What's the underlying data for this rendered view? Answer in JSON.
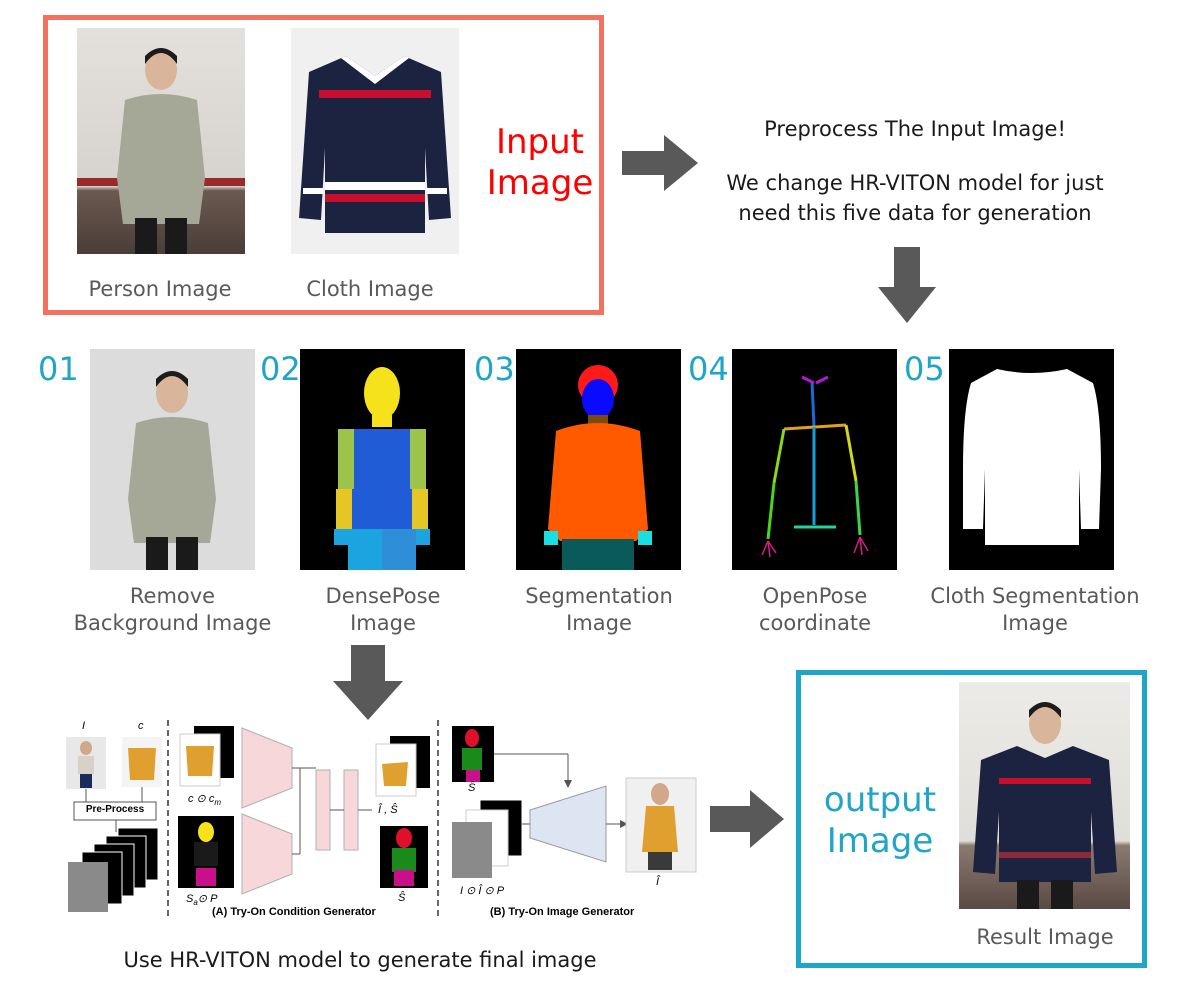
{
  "input_box": {
    "person_label": "Person Image",
    "cloth_label": "Cloth Image",
    "title_line1": "Input",
    "title_line2": "Image",
    "border_color": "#f4715e",
    "title_color": "#ff0000"
  },
  "preprocess": {
    "line1": "Preprocess The Input Image!",
    "line2": "We change HR-VITON model for just",
    "line3": "need this five data for generation"
  },
  "steps": [
    {
      "num": "01",
      "label": "Remove\nBackground Image"
    },
    {
      "num": "02",
      "label": "DensePose\nImage"
    },
    {
      "num": "03",
      "label": "Segmentation\nImage"
    },
    {
      "num": "04",
      "label": "OpenPose\ncoordinate"
    },
    {
      "num": "05",
      "label": "Cloth Segmentation\nImage"
    }
  ],
  "model": {
    "caption": "Use HR-VITON model to generate final image",
    "pre_process": "Pre-Process",
    "label_I": "I",
    "label_c": "c",
    "label_ccm": "c ⊙ c",
    "label_cm_sub": "m",
    "label_sap": "S",
    "label_sap_rest": "⊙ P",
    "label_ic_sc": "Î , Ŝ",
    "label_s_hat": "Ŝ",
    "label_s_hat2": "Ŝ",
    "label_iap": "I ⊙ Î ⊙ P",
    "label_i_hat": "Î",
    "gen_a": "(A) Try-On Condition Generator",
    "gen_b": "(B) Try-On Image Generator"
  },
  "output_box": {
    "title_line1": "output",
    "title_line2": "Image",
    "result_label": "Result Image",
    "border_color": "#1ea5c8"
  },
  "colors": {
    "arrow": "#595959",
    "step_number": "#1ea5c8"
  }
}
